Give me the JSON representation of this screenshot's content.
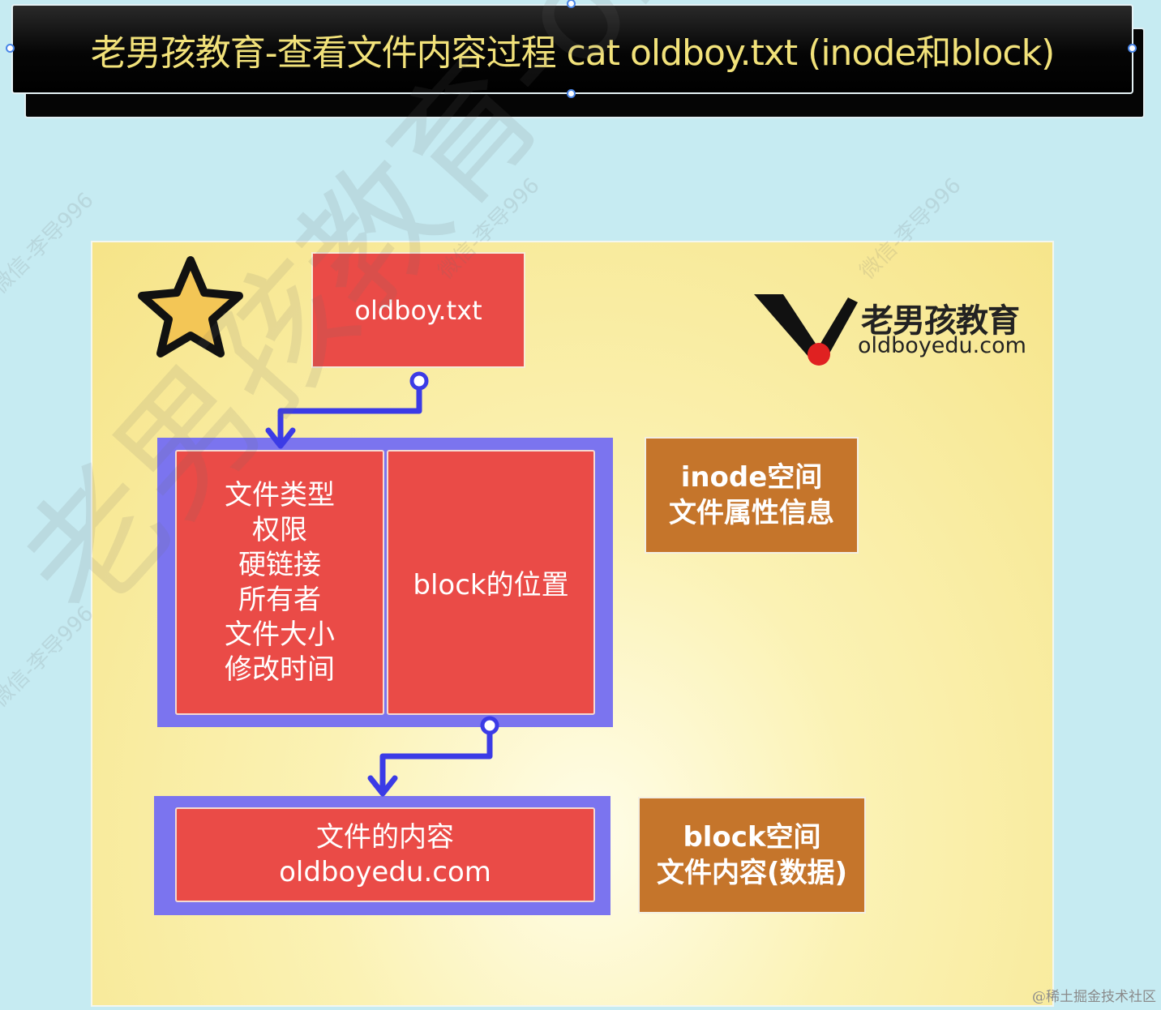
{
  "title": "老男孩教育-查看文件内容过程 cat oldboy.txt (inode和block)",
  "file_box": {
    "label": "oldboy.txt"
  },
  "inode_left": {
    "lines": [
      "文件类型",
      "权限",
      "硬链接",
      "所有者",
      "文件大小",
      "修改时间"
    ]
  },
  "inode_right": {
    "label": "block的位置"
  },
  "block_box": {
    "lines": [
      "文件的内容",
      "oldboyedu.com"
    ]
  },
  "inode_label": {
    "lines": [
      "inode空间",
      "文件属性信息"
    ]
  },
  "block_label": {
    "lines": [
      "block空间",
      "文件内容(数据)"
    ]
  },
  "logo": {
    "cn": "老男孩教育",
    "en": "oldboyedu.com"
  },
  "watermark": {
    "big": "老男孩教育-oldboyedu",
    "small": "微信-李导996"
  },
  "credit": "@稀土掘金技术社区",
  "icons": {
    "star": "star-icon",
    "logo_mark": "v-logo-icon"
  },
  "colors": {
    "background": "#c6ebf2",
    "title_text": "#f2e27a",
    "red_box": "#ea4b47",
    "blue_frame": "#7b74ef",
    "label_box": "#c5752b",
    "arrow": "#3b3be6",
    "star": "#f3c656"
  }
}
